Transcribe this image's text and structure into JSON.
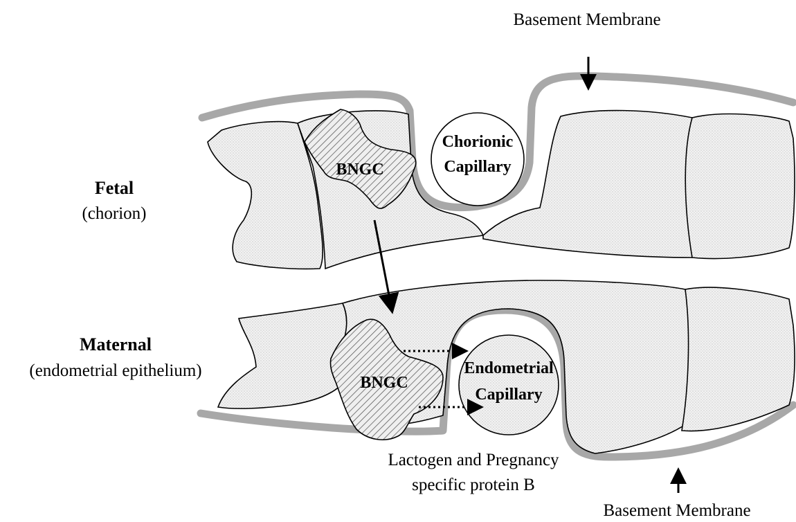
{
  "labels": {
    "basement_top": "Basement Membrane",
    "basement_bottom": "Basement Membrane",
    "fetal_title": "Fetal",
    "fetal_sub": "(chorion)",
    "maternal_title": "Maternal",
    "maternal_sub": "(endometrial epithelium)",
    "bngc_top": "BNGC",
    "bngc_bottom": "BNGC",
    "chorionic_line1": "Chorionic",
    "chorionic_line2": "Capillary",
    "endometrial_line1": "Endometrial",
    "endometrial_line2": "Capillary",
    "secreted_line1": "Lactogen and Pregnancy",
    "secreted_line2": "specific protein B"
  },
  "colors": {
    "membrane": "#a8a8a8",
    "cell_fill_dots": "#9a9a9a",
    "hatch": "#555555"
  }
}
